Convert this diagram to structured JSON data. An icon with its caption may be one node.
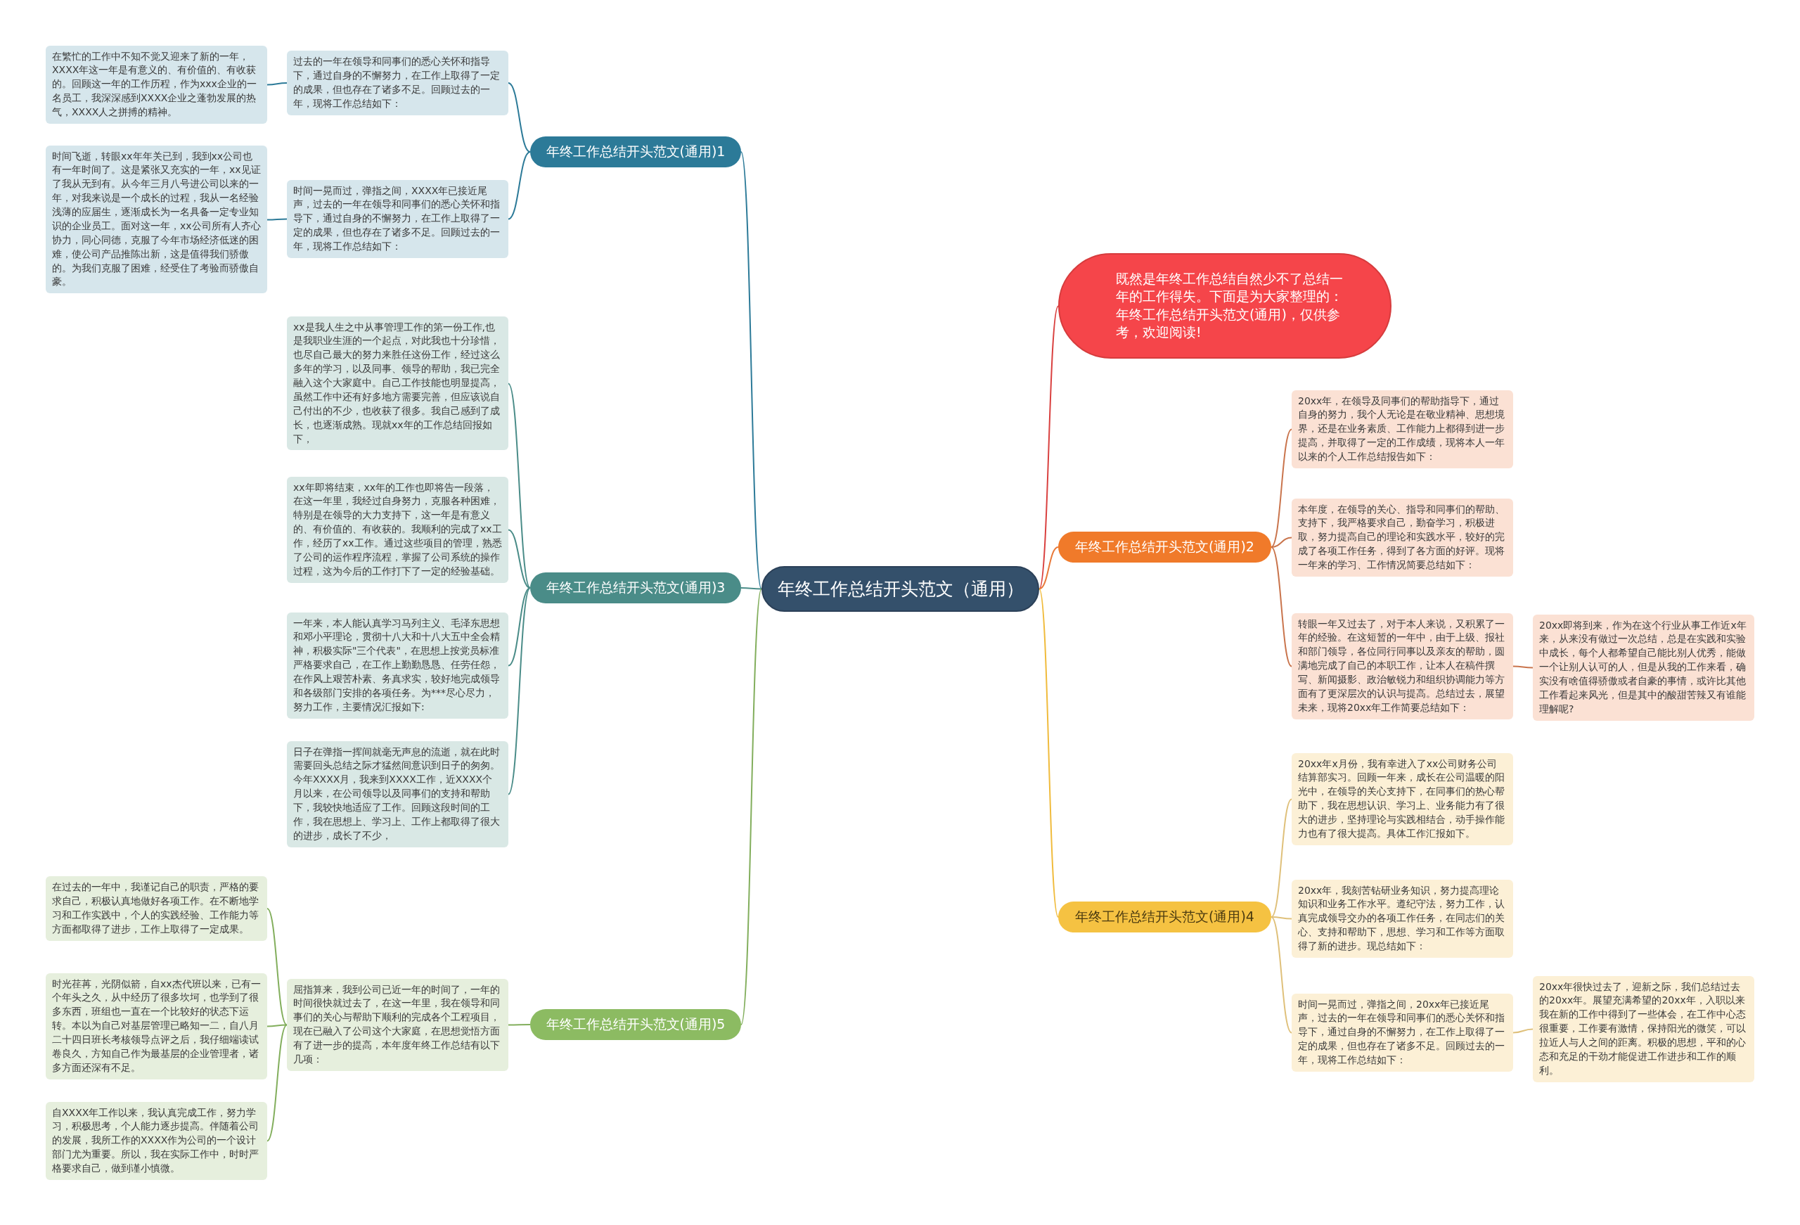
{
  "diagram": {
    "nodes": [
      {
        "text": [
          "年终工作总结开头范文（通用）"
        ]
      },
      {
        "text": [
          "年终工作总结开头范文(通用)1"
        ]
      },
      {
        "text": [
          "过去的一年在领导和同事们的悉心关怀和指导下，通过自身的不懈努力，在工作上取得了一定的成果，但也存在了诸多不足。回顾过去的一年，现将工作总结如下："
        ]
      },
      {
        "text": [
          "在繁忙的工作中不知不觉又迎来了新的一年，XXXX年这一年是有意义的、有价值的、有收获的。回顾这一年的工作历程，作为xxx企业的一名员工，我深深感到XXXX企业之蓬勃发展的热气，XXXX人之拼搏的精神。"
        ]
      },
      {
        "text": [
          "时间一晃而过，弹指之间，XXXX年已接近尾声，过去的一年在领导和同事们的悉心关怀和指导下，通过自身的不懈努力，在工作上取得了一定的成果，但也存在了诸多不足。回顾过去的一年，现将工作总结如下："
        ]
      },
      {
        "text": [
          "时间飞逝，转眼xx年年关已到，我到xx公司也有一年时间了。这是紧张又充实的一年，xx见证了我从无到有。从今年三月八号进公司以来的一年，对我来说是一个成长的过程，我从一名经验浅薄的应届生，逐渐成长为一名具备一定专业知识的企业员工。面对这一年，xx公司所有人齐心协力，同心同德，克服了今年市场经济低迷的困难，使公司产品推陈出新，这是值得我们骄傲的。为我们克服了困难，经受住了考验而骄傲自豪。"
        ]
      },
      {
        "text": [
          "年终工作总结开头范文(通用)3"
        ]
      },
      {
        "text": [
          "xx是我人生之中从事管理工作的第一份工作,也是我职业生涯的一个起点，对此我也十分珍惜，也尽自己最大的努力来胜任这份工作，经过这么多年的学习，以及同事、领导的帮助，我已完全融入这个大家庭中。自己工作技能也明显提高，虽然工作中还有好多地方需要完善，但应该说自己付出的不少，也收获了很多。我自己感到了成长，也逐渐成熟。现就xx年的工作总结回报如下，"
        ]
      },
      {
        "text": [
          "xx年即将结束，xx年的工作也即将告一段落，在这一年里，我经过自身努力，克服各种困难，特别是在领导的大力支持下，这一年是有意义的、有价值的、有收获的。我顺利的完成了xx工作，经历了xx工作。通过这些项目的管理，熟悉了公司的运作程序流程，掌握了公司系统的操作过程，这为今后的工作打下了一定的经验基础。"
        ]
      },
      {
        "text": [
          "一年来，本人能认真学习马列主义、毛泽东思想和邓小平理论，贯彻十八大和十八大五中全会精神，积极实际\"三个代表\"，在思想上按党员标准严格要求自己，在工作上勤勤恳恳、任劳任怨，在作风上艰苦朴素、务真求实，较好地完成领导和各级部门安排的各项任务。为***尽心尽力，努力工作，主要情况汇报如下:"
        ]
      },
      {
        "text": [
          "日子在弹指一挥间就毫无声息的流逝，就在此时需要回头总结之际才猛然间意识到日子的匆匆。今年XXXX月，我来到XXXX工作，近XXXX个月以来，在公司领导以及同事们的支持和帮助下，我较快地适应了工作。回顾这段时间的工作，我在思想上、学习上、工作上都取得了很大的进步，成长了不少，"
        ]
      },
      {
        "text": [
          "年终工作总结开头范文(通用)5"
        ]
      },
      {
        "text": [
          "屈指算来，我到公司已近一年的时间了，一年的时间很快就过去了，在这一年里，我在领导和同事们的关心与帮助下顺利的完成各个工程项目，现在已融入了公司这个大家庭，在思想觉悟方面有了进一步的提高，本年度年终工作总结有以下几项："
        ]
      },
      {
        "text": [
          "在过去的一年中，我谨记自己的职责，严格的要求自己，积极认真地做好各项工作。在不断地学习和工作实践中，个人的实践经验、工作能力等方面都取得了进步，工作上取得了一定成果。"
        ]
      },
      {
        "text": [
          "时光荏苒，光阴似箭，自xx杰代班以来，已有一个年头之久，从中经历了很多坎坷，也学到了很多东西，班组也一直在一个比较好的状态下运转。本以为自己对基层管理已略知一二，自八月二十四日班长考核领导点评之后，我仔细端读试卷良久，方知自己作为最基层的企业管理者，诸多方面还深有不足。"
        ]
      },
      {
        "text": [
          "自XXXX年工作以来，我认真完成工作，努力学习，积极思考，个人能力逐步提高。伴随着公司的发展，我所工作的XXXX作为公司的一个设计部门尤为重要。所以，我在实际工作中，时时严格要求自己，做到谨小慎微。"
        ]
      },
      {
        "text": [
          "既然是年终工作总结自然少不了总结一年的工作得失。下面是为大家整理的：年终工作总结开头范文(通用)，仅供参考，欢迎阅读!"
        ]
      },
      {
        "text": [
          "年终工作总结开头范文(通用)2"
        ]
      },
      {
        "text": [
          "20xx年，在领导及同事们的帮助指导下，通过自身的努力，我个人无论是在敬业精神、思想境界，还是在业务素质、工作能力上都得到进一步提高，并取得了一定的工作成绩，现将本人一年以来的个人工作总结报告如下："
        ]
      },
      {
        "text": [
          "本年度，在领导的关心、指导和同事们的帮助、支持下，我严格要求自己，勤奋学习，积极进取，努力提高自己的理论和实践水平，较好的完成了各项工作任务，得到了各方面的好评。现将一年来的学习、工作情况简要总结如下："
        ]
      },
      {
        "text": [
          "转眼一年又过去了，对于本人来说，又积累了一年的经验。在这短暂的一年中，由于上级、报社和部门领导，各位同行同事以及亲友的帮助，圆满地完成了自己的本职工作，让本人在稿件撰写、新闻摄影、政治敏锐力和组织协调能力等方面有了更深层次的认识与提高。总结过去，展望未来，现将20xx年工作简要总结如下："
        ]
      },
      {
        "text": [
          "20xx即将到来，作为在这个行业从事工作近x年来，从来没有做过一次总结，总是在实践和实验中成长，每个人都希望自己能比别人优秀，能做一个让别人认可的人，但是从我的工作来看，确实没有啥值得骄傲或者自豪的事情，或许比其他工作看起来风光，但是其中的酸甜苦辣又有谁能理解呢?"
        ]
      },
      {
        "text": [
          "年终工作总结开头范文(通用)4"
        ]
      },
      {
        "text": [
          "20xx年x月份，我有幸进入了xx公司财务公司结算部实习。回顾一年来，成长在公司温暖的阳光中，在领导的关心支持下，在同事们的热心帮助下，我在思想认识、学习上、业务能力有了很大的进步，坚持理论与实践相结合，动手操作能力也有了很大提高。具体工作汇报如下。"
        ]
      },
      {
        "text": [
          "20xx年，我刻苦钻研业务知识，努力提高理论知识和业务工作水平。遵纪守法，努力工作，认真完成领导交办的各项工作任务，在同志们的关心、支持和帮助下，思想、学习和工作等方面取得了新的进步。现总结如下："
        ]
      },
      {
        "text": [
          "时间一晃而过，弹指之间，20xx年已接近尾声，过去的一年在领导和同事们的悉心关怀和指导下，通过自身的不懈努力，在工作上取得了一定的成果，但也存在了诸多不足。回顾过去的一年，现将工作总结如下："
        ]
      },
      {
        "text": [
          "20xx年很快过去了，迎新之际，我们总结过去的20xx年。展望充满希望的20xx年，入职以来我在新的工作中得到了一些体会，在工作中心态很重要，工作要有激情，保持阳光的微笑，可以拉近人与人之间的距离。积极的思想，平和的心态和充足的干劲才能促进工作进步和工作的顺利。"
        ]
      }
    ],
    "edges": [
      {
        "from": 0,
        "to": 1,
        "arrow": "none",
        "color": "#2c7a98"
      },
      {
        "from": 1,
        "to": 2,
        "arrow": "none",
        "color": "#2c7a98"
      },
      {
        "from": 2,
        "to": 3,
        "arrow": "none",
        "color": "#2c7a98"
      },
      {
        "from": 1,
        "to": 4,
        "arrow": "none",
        "color": "#2c7a98"
      },
      {
        "from": 4,
        "to": 5,
        "arrow": "none",
        "color": "#2c7a98"
      },
      {
        "from": 0,
        "to": 6,
        "arrow": "none",
        "color": "#4a8c88"
      },
      {
        "from": 6,
        "to": 7,
        "arrow": "none",
        "color": "#4a8c88"
      },
      {
        "from": 6,
        "to": 8,
        "arrow": "none",
        "color": "#4a8c88"
      },
      {
        "from": 6,
        "to": 9,
        "arrow": "none",
        "color": "#4a8c88"
      },
      {
        "from": 6,
        "to": 10,
        "arrow": "none",
        "color": "#4a8c88"
      },
      {
        "from": 0,
        "to": 11,
        "arrow": "none",
        "color": "#82ae5c"
      },
      {
        "from": 11,
        "to": 12,
        "arrow": "none",
        "color": "#82ae5c"
      },
      {
        "from": 12,
        "to": 13,
        "arrow": "none",
        "color": "#82ae5c"
      },
      {
        "from": 12,
        "to": 14,
        "arrow": "none",
        "color": "#82ae5c"
      },
      {
        "from": 12,
        "to": 15,
        "arrow": "none",
        "color": "#82ae5c"
      },
      {
        "from": 0,
        "to": 16,
        "arrow": "none",
        "color": "#d9403f"
      },
      {
        "from": 0,
        "to": 17,
        "arrow": "none",
        "color": "#e8793a"
      },
      {
        "from": 17,
        "to": 18,
        "arrow": "none",
        "color": "#c9744c"
      },
      {
        "from": 17,
        "to": 19,
        "arrow": "none",
        "color": "#c9744c"
      },
      {
        "from": 17,
        "to": 20,
        "arrow": "none",
        "color": "#c9744c"
      },
      {
        "from": 20,
        "to": 21,
        "arrow": "none",
        "color": "#c9744c"
      },
      {
        "from": 0,
        "to": 22,
        "arrow": "none",
        "color": "#f0bb3c"
      },
      {
        "from": 22,
        "to": 23,
        "arrow": "none",
        "color": "#dfc07a"
      },
      {
        "from": 22,
        "to": 24,
        "arrow": "none",
        "color": "#dfc07a"
      },
      {
        "from": 22,
        "to": 25,
        "arrow": "none",
        "color": "#dfc07a"
      },
      {
        "from": 25,
        "to": 26,
        "arrow": "none",
        "color": "#dfc07a"
      }
    ]
  }
}
